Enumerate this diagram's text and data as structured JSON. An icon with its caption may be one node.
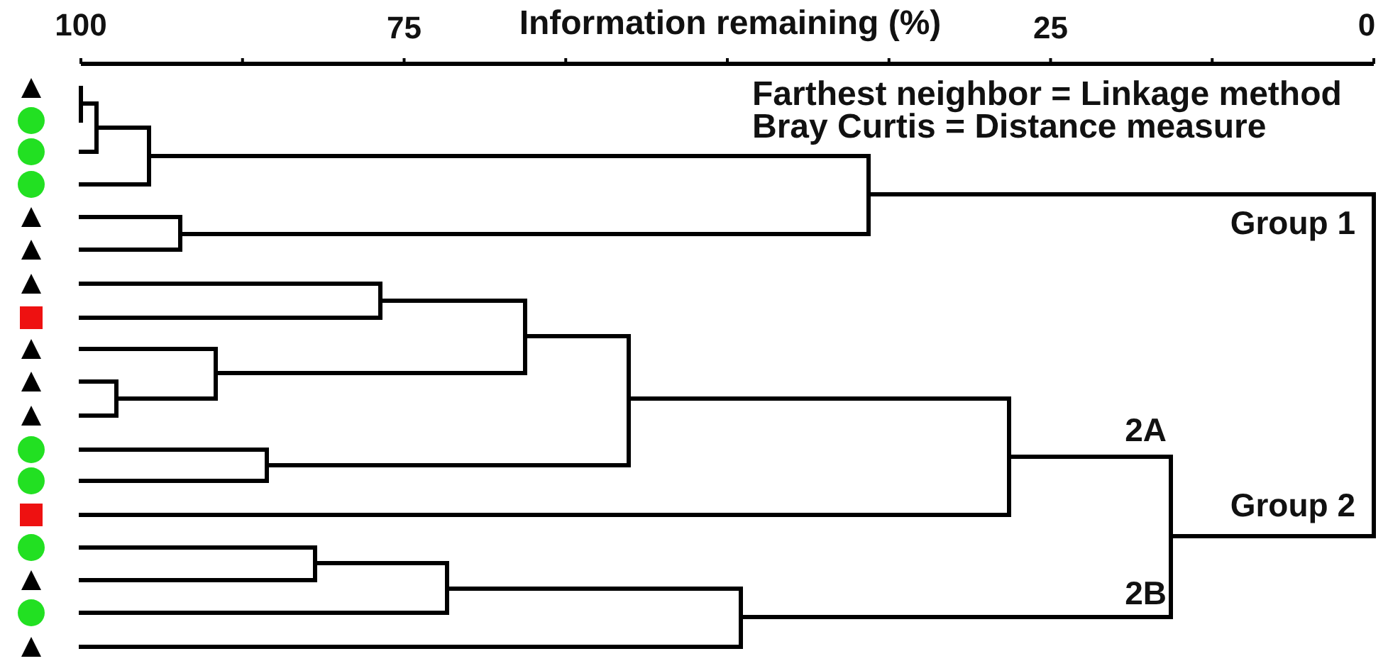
{
  "diagram": {
    "nodes": [
      {
        "text": [],
        "shape": "triangle"
      },
      {
        "text": [],
        "shape": "circle"
      },
      {
        "text": [],
        "shape": "circle"
      },
      {
        "text": [],
        "shape": "circle"
      },
      {
        "text": [],
        "shape": "triangle"
      },
      {
        "text": [],
        "shape": "triangle"
      },
      {
        "text": [],
        "shape": "triangle"
      },
      {
        "text": [],
        "shape": "box"
      },
      {
        "text": [],
        "shape": "triangle"
      },
      {
        "text": [],
        "shape": "triangle"
      },
      {
        "text": [],
        "shape": "triangle"
      },
      {
        "text": [],
        "shape": "circle"
      },
      {
        "text": [],
        "shape": "circle"
      },
      {
        "text": [],
        "shape": "box"
      },
      {
        "text": [],
        "shape": "circle"
      },
      {
        "text": [],
        "shape": "triangle"
      },
      {
        "text": [],
        "shape": "circle"
      },
      {
        "text": [],
        "shape": "triangle"
      }
    ],
    "labels": [
      "100",
      "75",
      "Information remaining (%)",
      "25",
      "0",
      "Farthest neighbor = Linkage method",
      "Bray Curtis = Distance measure",
      "Group 1",
      "2A",
      "Group 2",
      "2B"
    ]
  }
}
